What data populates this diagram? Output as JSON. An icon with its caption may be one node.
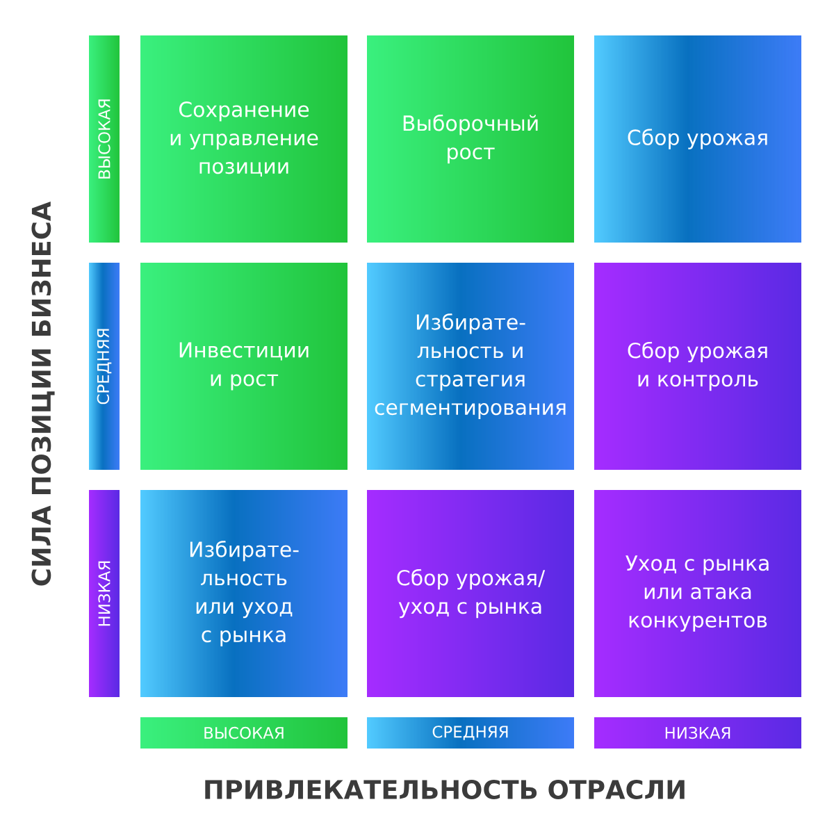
{
  "diagram": {
    "nodes": [
      {
        "text": [
          "ВЫСОКАЯ"
        ]
      },
      {
        "text": [
          "Сохранение и управление позиции"
        ]
      },
      {
        "text": [
          "Выборочный рост"
        ]
      },
      {
        "text": [
          "Сбор урожая"
        ]
      },
      {
        "text": [
          "СРЕДНЯЯ"
        ]
      },
      {
        "text": [
          "Инвестиции и рост"
        ]
      },
      {
        "text": [
          "Избирате- льность и стратегия сегментирования"
        ]
      },
      {
        "text": [
          "Сбор урожая и контроль"
        ]
      },
      {
        "text": [
          "НИЗКАЯ"
        ]
      },
      {
        "text": [
          "Избирате- льность или уход с рынка"
        ]
      },
      {
        "text": [
          "Сбор урожая/ уход с рынка"
        ]
      },
      {
        "text": [
          "Уход с рынка или атака конкурентов"
        ]
      },
      {
        "text": [
          "ВЫСОКАЯ"
        ]
      },
      {
        "text": [
          "СРЕДНЯЯ"
        ]
      },
      {
        "text": [
          "НИЗКАЯ"
        ]
      }
    ],
    "labels": [
      "СИЛА ПОЗИЦИИ БИЗНЕСА",
      "ПРИВЛЕКАТЕЛЬНОСТЬ ОТРАСЛИ"
    ]
  }
}
